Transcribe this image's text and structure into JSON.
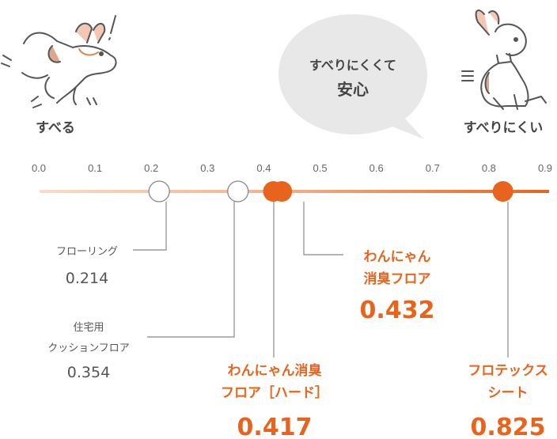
{
  "chart_data": {
    "type": "scatter",
    "title": "",
    "xlabel": "",
    "ylabel": "",
    "xlim": [
      0.0,
      0.9
    ],
    "x_ticks": [
      "0.0",
      "0.1",
      "0.2",
      "0.3",
      "0.4",
      "0.5",
      "0.6",
      "0.7",
      "0.8",
      "0.9"
    ],
    "points": [
      {
        "lines": [
          "フローリング"
        ],
        "x": 0.214,
        "value_label": "0.214",
        "highlight": false
      },
      {
        "lines": [
          "住宅用",
          "クッションフロア"
        ],
        "x": 0.354,
        "value_label": "0.354",
        "highlight": false
      },
      {
        "lines": [
          "わんにゃん消臭",
          "フロア［ハード］"
        ],
        "x": 0.417,
        "value_label": "0.417",
        "highlight": true
      },
      {
        "lines": [
          "わんにゃん",
          "消臭フロア"
        ],
        "x": 0.432,
        "value_label": "0.432",
        "highlight": true
      },
      {
        "lines": [
          "フロテックス",
          "シート"
        ],
        "x": 0.825,
        "value_label": "0.825",
        "highlight": true
      }
    ],
    "colors": {
      "accent": "#e8641c",
      "muted": "#f6c9a8",
      "neutral_line": "#888888"
    },
    "left_label": "すべる",
    "right_label": "すべりにくい",
    "bubble": {
      "line1": "すべりにくくて",
      "line2": "安心"
    }
  }
}
